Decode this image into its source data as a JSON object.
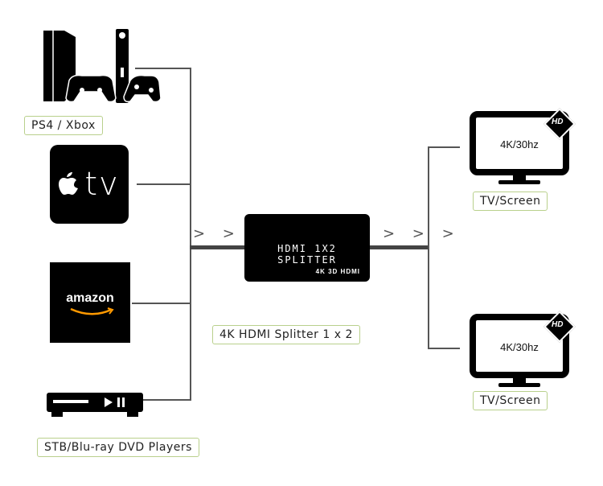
{
  "sources": {
    "consoles": {
      "label": "PS4 / Xbox",
      "icon": "game-console-icon"
    },
    "appletv": {
      "text": "tv",
      "icon": "apple-logo-icon"
    },
    "amazon": {
      "text": "amazon"
    },
    "stb": {
      "label": "STB/Blu-ray DVD Players",
      "icon": "dvd-player-icon"
    }
  },
  "splitter": {
    "device_title": "HDMI 1X2 SPLITTER",
    "device_logos": "4K 3D HDMI",
    "label": "4K HDMI Splitter 1 x 2"
  },
  "arrows": {
    "input": "> > >",
    "output": "> > >"
  },
  "outputs": [
    {
      "screen_text": "4K/30hz",
      "badge": "HD",
      "label": "TV/Screen"
    },
    {
      "screen_text": "4K/30hz",
      "badge": "HD",
      "label": "TV/Screen"
    }
  ],
  "colors": {
    "label_border": "#b9d08c",
    "line": "#555555",
    "device": "#000000"
  }
}
